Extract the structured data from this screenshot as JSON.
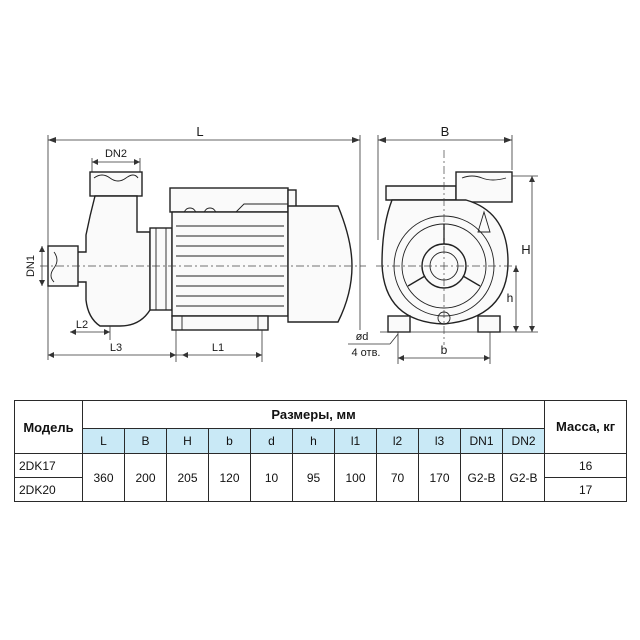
{
  "drawing": {
    "labels": {
      "L": "L",
      "B": "B",
      "H": "H",
      "h": "h",
      "b": "b",
      "d": "ød",
      "holes": "4 отв.",
      "DN1": "DN1",
      "DN2": "DN2",
      "L1": "L1",
      "L2": "L2",
      "L3": "L3"
    }
  },
  "table": {
    "model_header": "Модель",
    "dims_header": "Размеры, мм",
    "mass_header": "Масса, кг",
    "columns": [
      "L",
      "B",
      "H",
      "b",
      "d",
      "h",
      "l1",
      "l2",
      "l3",
      "DN1",
      "DN2"
    ],
    "rows": [
      {
        "model": "2DK17",
        "mass": "16"
      },
      {
        "model": "2DK20",
        "mass": "17"
      }
    ],
    "shared_values": [
      "360",
      "200",
      "205",
      "120",
      "10",
      "95",
      "100",
      "70",
      "170",
      "G2-B",
      "G2-B"
    ]
  },
  "colors": {
    "header_fill": "#c9e9f6",
    "line": "#222222"
  }
}
